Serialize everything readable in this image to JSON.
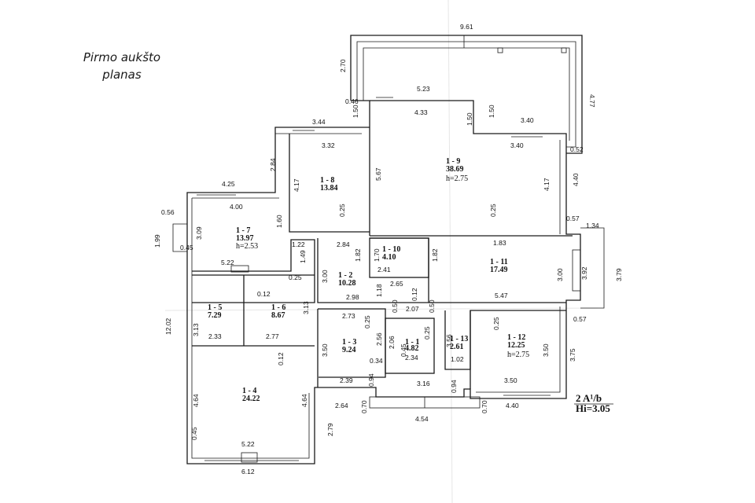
{
  "title": {
    "line1": "Pirmo aukšto",
    "line2": "planas"
  },
  "rooms": {
    "r1": {
      "id": "1 - 1",
      "area": "4.82"
    },
    "r2": {
      "id": "1 - 2",
      "area": "10.28"
    },
    "r3": {
      "id": "1 - 3",
      "area": "9.24"
    },
    "r4": {
      "id": "1 - 4",
      "area": "24.22"
    },
    "r5": {
      "id": "1 - 5",
      "area": "7.29"
    },
    "r6": {
      "id": "1 - 6",
      "area": "8.67"
    },
    "r7": {
      "id": "1 - 7",
      "area": "13.97",
      "height": "h=2.53"
    },
    "r8": {
      "id": "1 - 8",
      "area": "13.84"
    },
    "r9": {
      "id": "1 - 9",
      "area": "38.69",
      "height": "h=2.75"
    },
    "r10": {
      "id": "1 - 10",
      "area": "4.10"
    },
    "r11": {
      "id": "1 - 11",
      "area": "17.49"
    },
    "r12": {
      "id": "1 - 12",
      "area": "12.25",
      "height": "h=2.75"
    },
    "r13": {
      "id": "1 - 13",
      "area": "2.61"
    }
  },
  "stamp": {
    "code": "2 A¹/b",
    "height": "Hi=3.05"
  },
  "dims": {
    "terrace_top": "9.61",
    "terrace_left": "2.70",
    "terrace_right": "4.77",
    "terrace_inner": "5.23",
    "d046": "0.46",
    "d150a": "1.50",
    "d433": "4.33",
    "d150b": "1.50",
    "d150c": "1.50",
    "d344": "3.44",
    "d332": "3.32",
    "d340a": "3.40",
    "d340b": "3.40",
    "d052": "0.52",
    "d284": "2.84",
    "d417a": "4.17",
    "d567": "5.67",
    "d417b": "4.17",
    "d440": "4.40",
    "d425": "4.25",
    "d400": "4.00",
    "d160": "1.60",
    "d025a": "0.25",
    "d025b": "0.25",
    "d057a": "0.57",
    "d134": "1.34",
    "d056": "0.56",
    "d309": "3.09",
    "d199": "1.99",
    "d045a": "0.45",
    "d122": "1.22",
    "d149": "1.49",
    "d284b": "2.84",
    "d182a": "1.82",
    "d170": "1.70",
    "d182b": "1.82",
    "d183": "1.83",
    "d241": "2.41",
    "d522a": "5.22",
    "d025c": "0.25",
    "d300a": "3.00",
    "d265": "2.65",
    "d300b": "3.00",
    "d392": "3.92",
    "d379": "3.79",
    "d012a": "0.12",
    "d298": "2.98",
    "d118": "1.18",
    "d012b": "0.12",
    "d547": "5.47",
    "d313a": "3.13",
    "d313b": "3.13",
    "d273": "2.73",
    "d050a": "0.50",
    "d207": "2.07",
    "d050b": "0.50",
    "d057b": "0.57",
    "d1202": "12.02",
    "d025d": "0.25",
    "d256": "2.56",
    "d025e": "0.25",
    "d356": "3.56",
    "d025f": "0.25",
    "d233": "2.33",
    "d277": "2.77",
    "d350a": "3.50",
    "d206": "2.06",
    "d045b": "0.45",
    "d102": "1.02",
    "d350b": "3.50",
    "d375": "3.75",
    "d012c": "0.12",
    "d034": "0.34",
    "d234": "2.34",
    "d239": "2.39",
    "d094a": "0.94",
    "d316": "3.16",
    "d094b": "0.94",
    "d350c": "3.50",
    "d464a": "4.64",
    "d464b": "4.64",
    "d264": "2.64",
    "d070a": "0.70",
    "d070b": "0.70",
    "d440b": "4.40",
    "d454": "4.54",
    "d279": "2.79",
    "d045c": "0.45",
    "d522b": "5.22",
    "d612": "6.12"
  }
}
